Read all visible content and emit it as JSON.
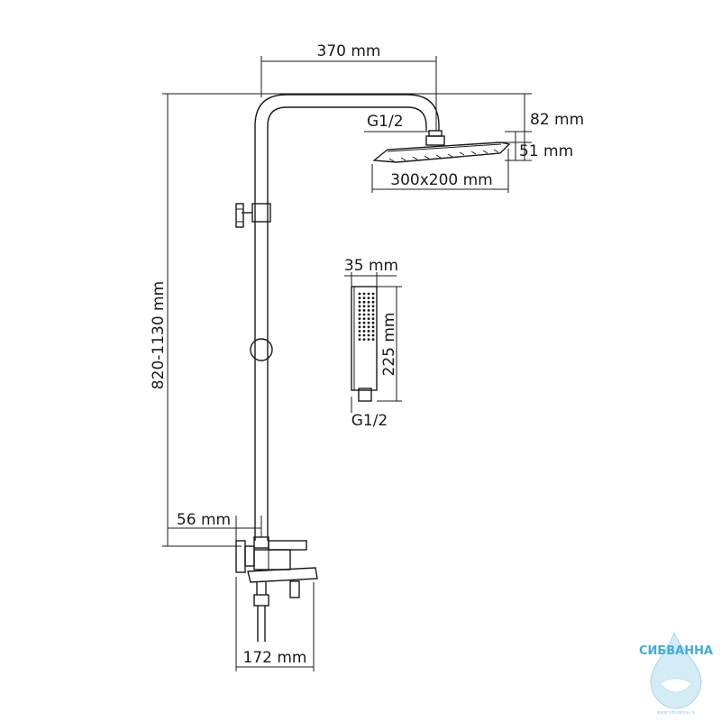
{
  "dimensions": {
    "pipe_reach": "370 mm",
    "inlet_head": "G1/2",
    "head_drop": "82 mm",
    "head_thickness": "51 mm",
    "head_size": "300x200 mm",
    "height_range": "820-1130 mm",
    "wall_offset": "56 mm",
    "spout_width": "172 mm",
    "hand_width": "35 mm",
    "hand_length": "225 mm",
    "inlet_hand": "G1/2"
  },
  "watermark": {
    "brand": "СИБВАННА",
    "site": "www.sibvanna.ru"
  },
  "colors": {
    "line": "#1a1a1a",
    "brand": "#2aa6d8"
  }
}
